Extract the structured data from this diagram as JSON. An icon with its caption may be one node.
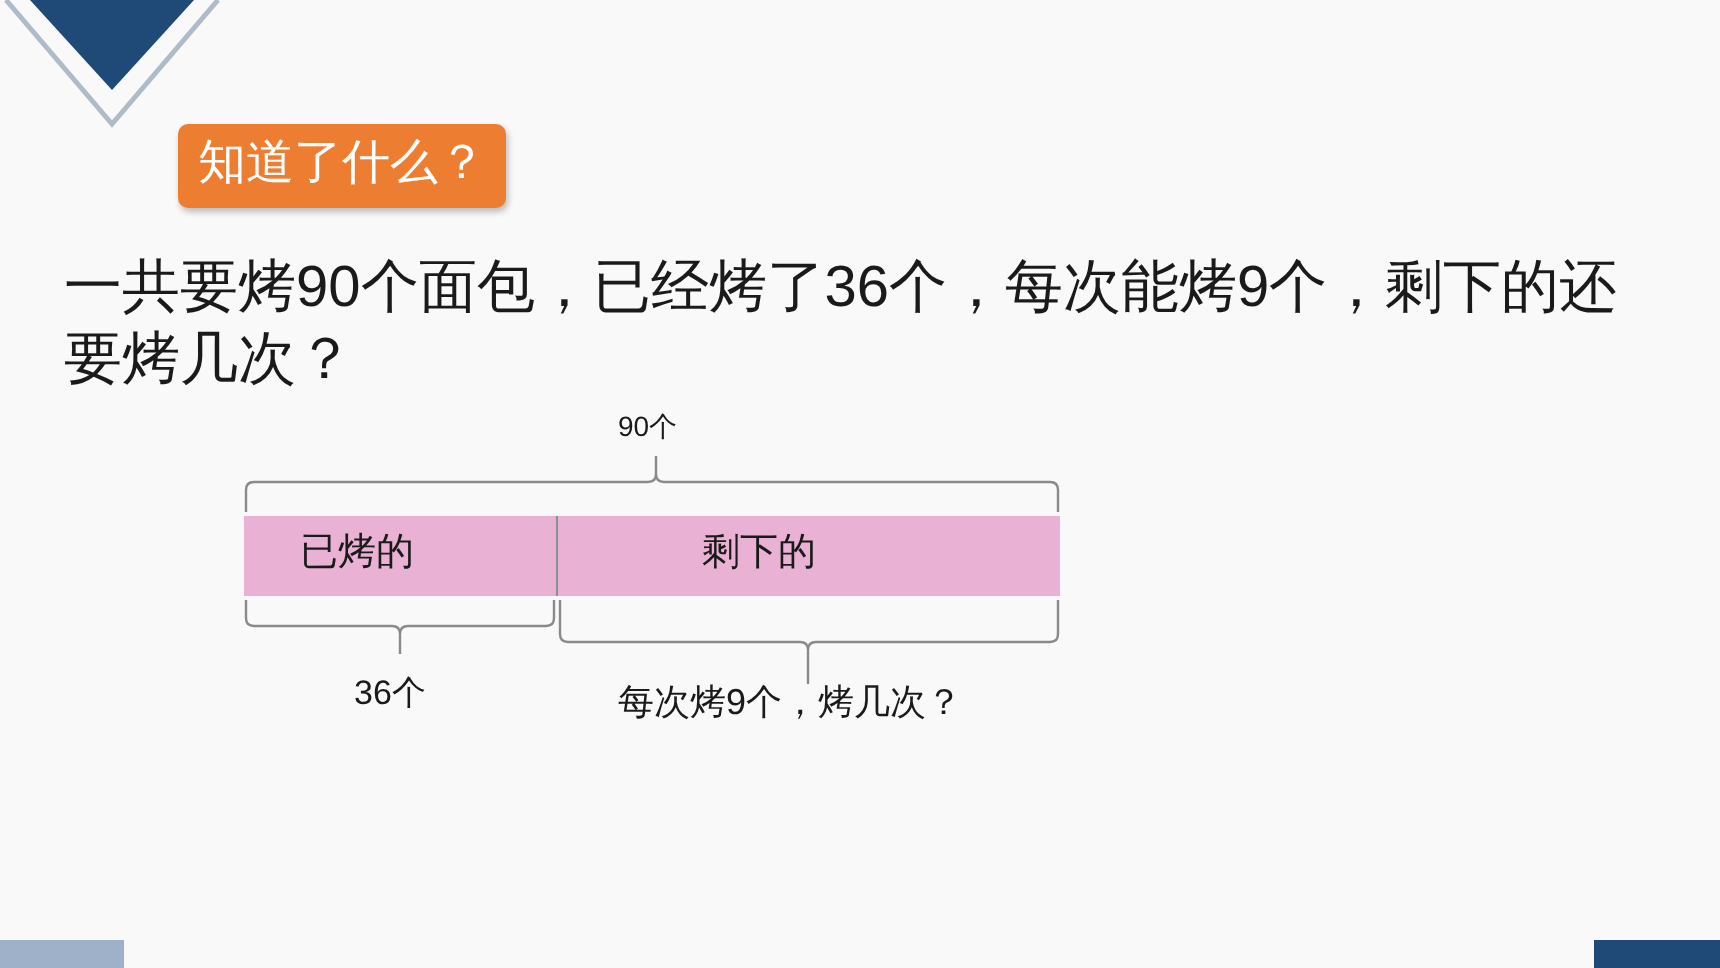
{
  "diagram": {
    "nodes": [
      {
        "text": [
          "知道了什么？"
        ]
      },
      {
        "text": [
          "已烤的"
        ]
      },
      {
        "text": [
          "剩下的"
        ]
      }
    ],
    "labels": [
      "一共要烤90个面包，已经烤了36个，每次能烤9个，剩下的还要烤几次？",
      "90个",
      "36个",
      "每次烤9个，烤几次？"
    ]
  }
}
